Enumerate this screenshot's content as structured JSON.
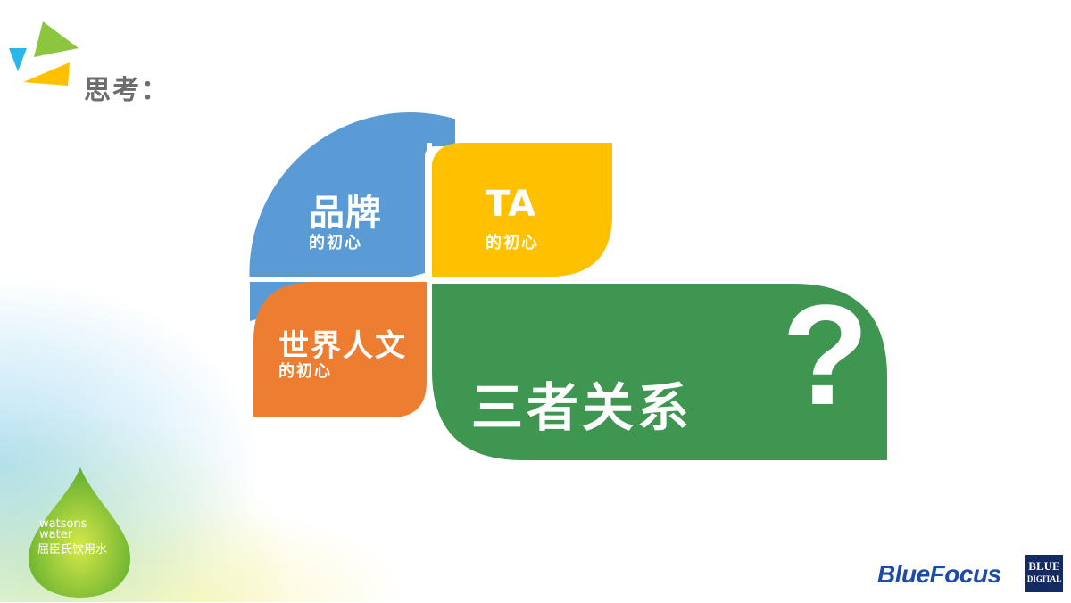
{
  "header": {
    "title": "思考：",
    "logo_icon": "triangle-logo-icon"
  },
  "quadrants": {
    "brand": {
      "title": "品牌",
      "subtitle": "的初心",
      "color": "#5b9bd5"
    },
    "ta": {
      "title": "TA",
      "subtitle": "的初心",
      "color": "#ffc000"
    },
    "world": {
      "title": "世界人文",
      "subtitle": "的初心",
      "color": "#ed7d31"
    },
    "relation": {
      "title": "三者关系",
      "mark": "?",
      "color": "#3e9650"
    }
  },
  "logos": {
    "watsons": {
      "line1": "watsons",
      "line2": "water",
      "line3": "屈臣氏饮用水"
    },
    "bluefocus": "BlueFocus",
    "bluedigital": {
      "line1": "BLUE",
      "line2": "DIGITAL"
    }
  }
}
